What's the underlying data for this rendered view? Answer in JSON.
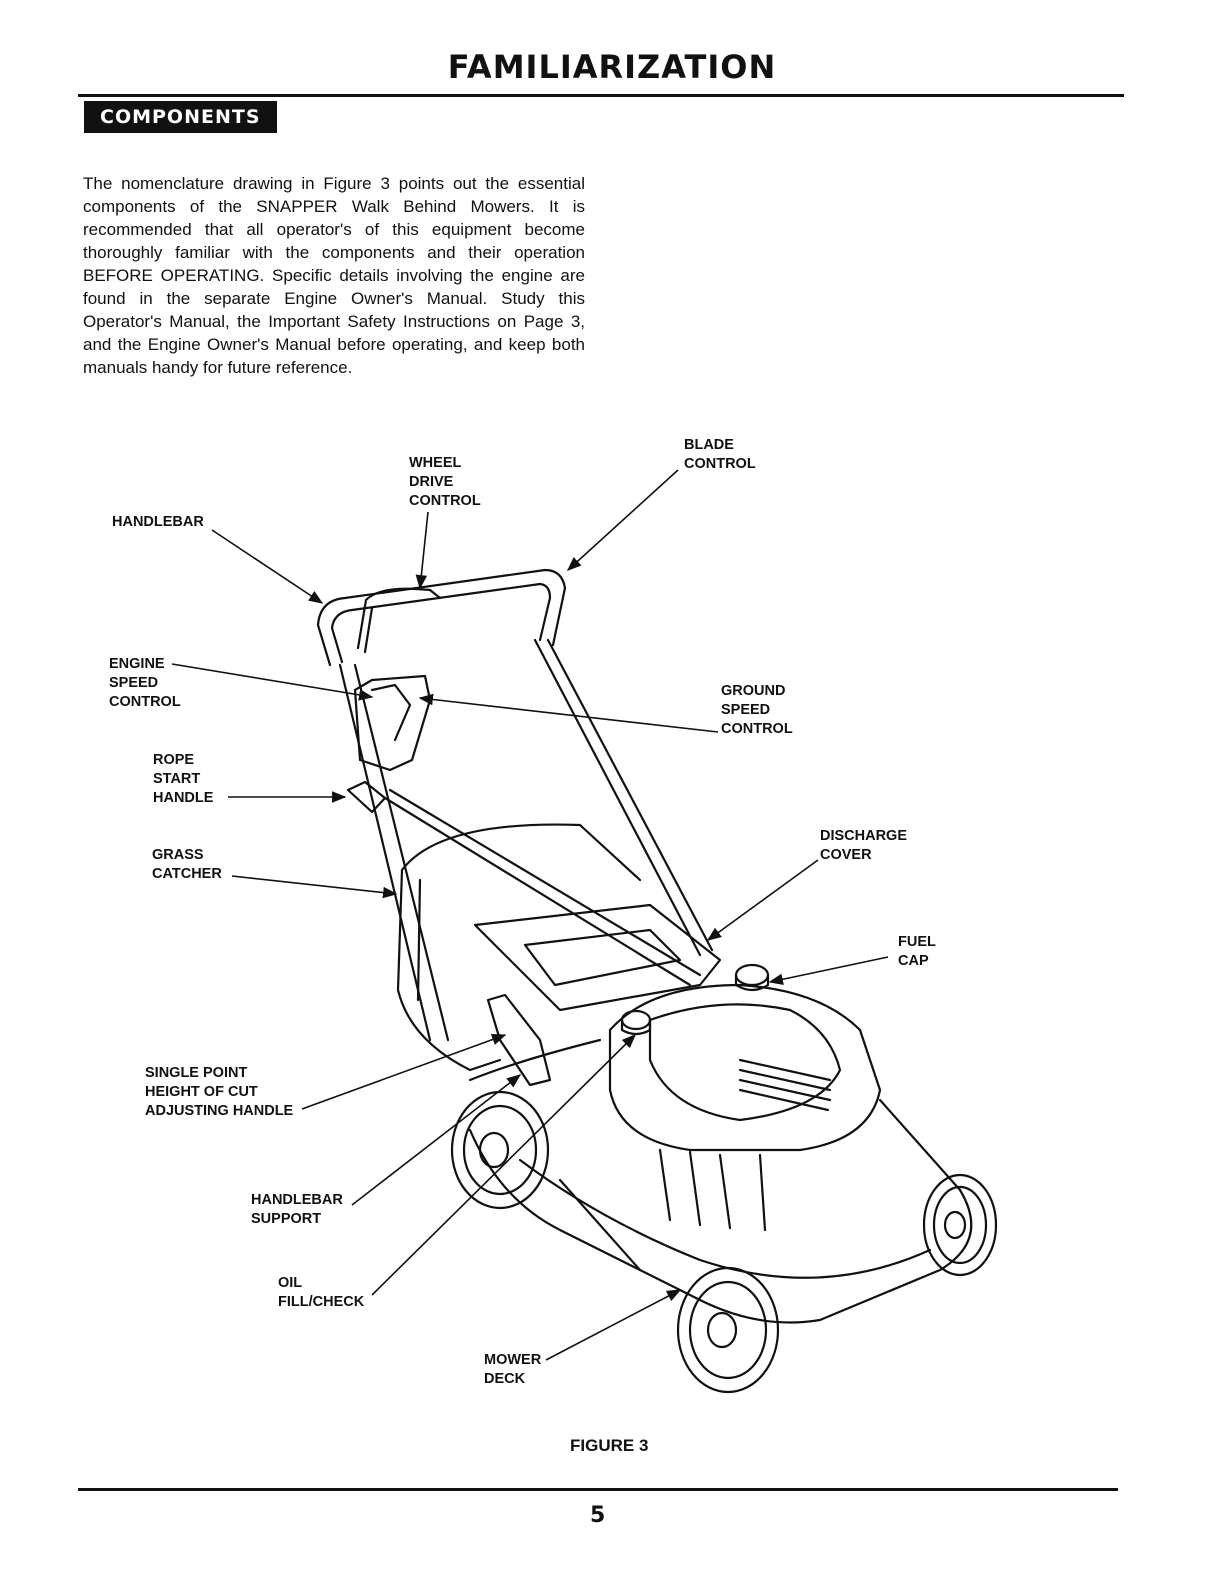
{
  "header": {
    "title": "FAMILIARIZATION"
  },
  "section": {
    "heading": "COMPONENTS"
  },
  "intro_text": "The nomenclature drawing in Figure 3 points out the essential components of the SNAPPER Walk Behind Mowers.  It is recommended that all operator's of this equipment become thoroughly familiar with the components and their operation BEFORE OPERATING. Specific details involving the engine are found in the separate Engine Owner's Manual.  Study this Operator's Manual, the Important Safety Instructions on Page 3, and the Engine Owner's Manual before operating, and keep both manuals handy for future reference.",
  "labels": {
    "handlebar": [
      "HANDLEBAR"
    ],
    "wheel_drive_control": [
      "WHEEL",
      "DRIVE",
      "CONTROL"
    ],
    "blade_control": [
      "BLADE",
      "CONTROL"
    ],
    "engine_speed_control": [
      "ENGINE",
      "SPEED",
      "CONTROL"
    ],
    "ground_speed_control": [
      "GROUND",
      "SPEED",
      "CONTROL"
    ],
    "rope_start_handle": [
      "ROPE",
      "START",
      "HANDLE"
    ],
    "discharge_cover": [
      "DISCHARGE",
      "COVER"
    ],
    "grass_catcher": [
      "GRASS",
      "CATCHER"
    ],
    "fuel_cap": [
      "FUEL",
      "CAP"
    ],
    "height_of_cut": [
      "SINGLE POINT",
      "HEIGHT OF CUT",
      "ADJUSTING HANDLE"
    ],
    "handlebar_support": [
      "HANDLEBAR",
      "SUPPORT"
    ],
    "oil_fill_check": [
      "OIL",
      "FILL/CHECK"
    ],
    "mower_deck": [
      "MOWER",
      "DECK"
    ]
  },
  "figure": {
    "caption": "FIGURE 3"
  },
  "footer": {
    "page_number": "5"
  }
}
